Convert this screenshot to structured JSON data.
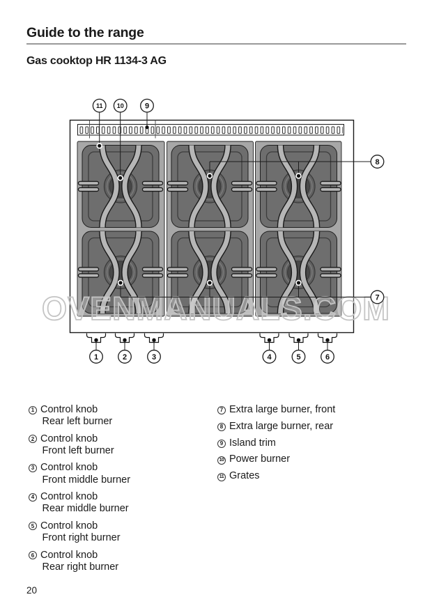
{
  "page": {
    "title": "Guide to the range",
    "subtitle": "Gas cooktop HR 1134-3 AG",
    "page_number": "20",
    "watermark": "OVENMANUALS.COM"
  },
  "colors": {
    "rule": "#999999",
    "grate_frame": "#a7a7a7",
    "panel": "#6e6e6e",
    "grate_bar": "#b6b6b6",
    "burner_outer": "#606060",
    "burner_inner": "#484848",
    "watermark": "#c4c4c4"
  },
  "diagram": {
    "description": "Top view of a 6-burner gas cooktop with numbered callouts",
    "callouts": [
      {
        "num": "1",
        "points_to": "control-knob-rear-left"
      },
      {
        "num": "2",
        "points_to": "control-knob-front-left"
      },
      {
        "num": "3",
        "points_to": "control-knob-front-middle"
      },
      {
        "num": "4",
        "points_to": "control-knob-rear-middle"
      },
      {
        "num": "5",
        "points_to": "control-knob-front-right"
      },
      {
        "num": "6",
        "points_to": "control-knob-rear-right"
      },
      {
        "num": "7",
        "points_to": "front-extra-large-burners"
      },
      {
        "num": "8",
        "points_to": "rear-extra-large-burners"
      },
      {
        "num": "9",
        "points_to": "island-trim"
      },
      {
        "num": "10",
        "points_to": "power-burner-rear-left"
      },
      {
        "num": "11",
        "points_to": "grates"
      }
    ]
  },
  "legend": {
    "left": [
      {
        "num": "1",
        "line1": "Control knob",
        "line2": "Rear left burner"
      },
      {
        "num": "2",
        "line1": "Control knob",
        "line2": "Front left burner"
      },
      {
        "num": "3",
        "line1": "Control knob",
        "line2": "Front middle burner"
      },
      {
        "num": "4",
        "line1": "Control knob",
        "line2": "Rear middle burner"
      },
      {
        "num": "5",
        "line1": "Control knob",
        "line2": "Front right burner"
      },
      {
        "num": "6",
        "line1": "Control knob",
        "line2": "Rear right burner"
      }
    ],
    "right": [
      {
        "num": "7",
        "label": "Extra large burner, front"
      },
      {
        "num": "8",
        "label": "Extra large burner, rear"
      },
      {
        "num": "9",
        "label": "Island trim"
      },
      {
        "num": "10",
        "label": "Power burner"
      },
      {
        "num": "11",
        "label": "Grates"
      }
    ]
  }
}
